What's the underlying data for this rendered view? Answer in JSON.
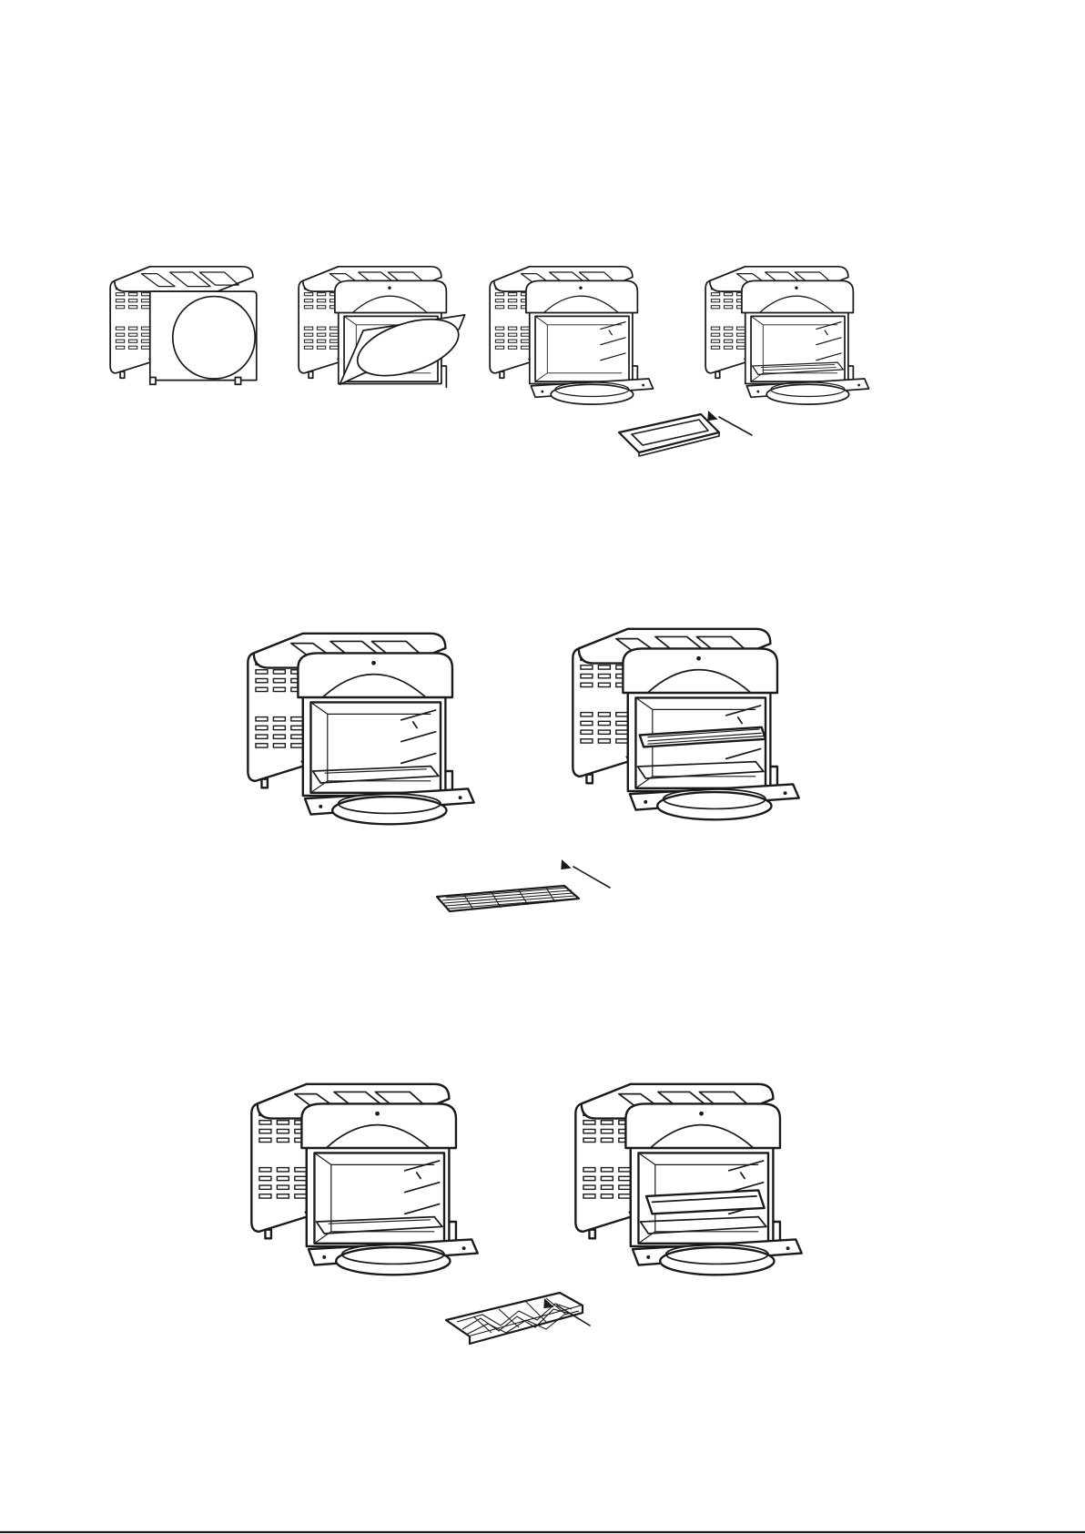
{
  "document": {
    "type": "assembly-instruction-illustration",
    "rows": [
      {
        "steps": [
          {
            "state": "door-closed"
          },
          {
            "state": "door-opening"
          },
          {
            "state": "door-open",
            "accessory": "drip-tray"
          },
          {
            "state": "door-open",
            "accessory": "drip-tray-installed"
          }
        ]
      },
      {
        "steps": [
          {
            "state": "door-open",
            "accessory": "oven-rack"
          },
          {
            "state": "door-open",
            "accessory": "oven-rack-installed"
          }
        ]
      },
      {
        "steps": [
          {
            "state": "door-open",
            "accessory": "rotisserie-basket"
          },
          {
            "state": "door-open",
            "accessory": "rotisserie-basket-installed"
          }
        ]
      }
    ],
    "line_color": "#1a1a1a",
    "background_color": "#ffffff"
  }
}
